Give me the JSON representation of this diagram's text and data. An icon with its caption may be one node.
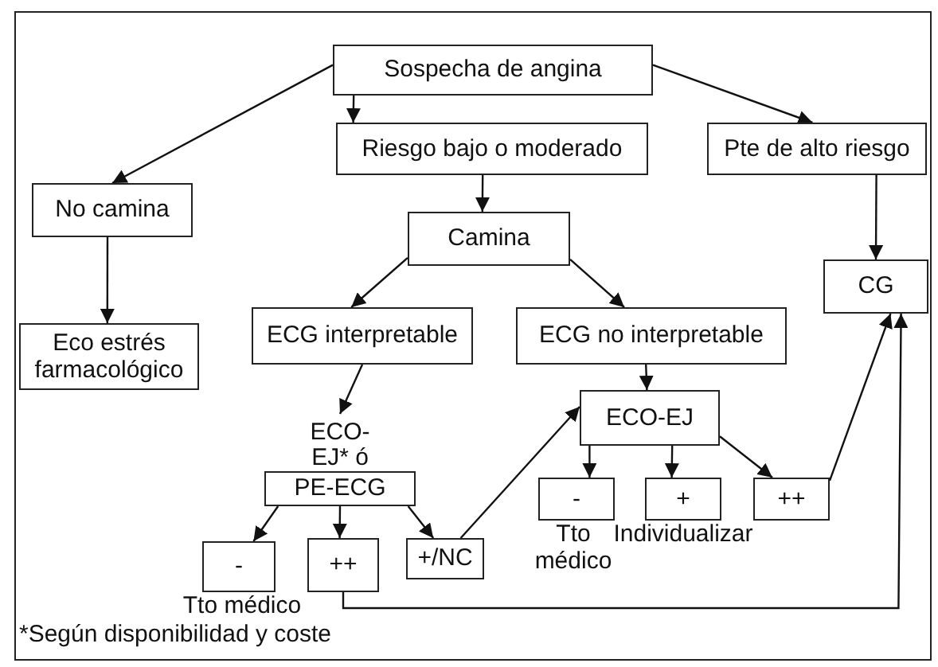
{
  "diagram": {
    "nodes": [
      {
        "text": [
          "Sospecha de angina"
        ]
      },
      {
        "text": [
          "Riesgo bajo o moderado"
        ]
      },
      {
        "text": [
          "Pte de alto riesgo"
        ]
      },
      {
        "text": [
          "No camina"
        ]
      },
      {
        "text": [
          "Camina"
        ]
      },
      {
        "text": [
          "Eco estrés farmacológico"
        ]
      },
      {
        "text": [
          "ECG interpretable"
        ]
      },
      {
        "text": [
          "ECG no interpretable"
        ]
      },
      {
        "text": [
          "CG"
        ]
      },
      {
        "text": [
          "ECO-EJ* ó",
          "PE-ECG"
        ]
      },
      {
        "text": [
          "-"
        ],
        "beside": [
          "Tto médico"
        ]
      },
      {
        "text": [
          "++"
        ]
      },
      {
        "text": [
          "+/NC"
        ]
      },
      {
        "text": [
          "ECO-EJ"
        ]
      },
      {
        "text": [
          "-"
        ],
        "beside": [
          "Tto médico"
        ]
      },
      {
        "text": [
          "+"
        ],
        "beside": [
          "Individualizar"
        ]
      },
      {
        "text": [
          "++"
        ]
      }
    ],
    "edges": [
      {
        "from": 0,
        "to": 3,
        "arrow": "to"
      },
      {
        "from": 0,
        "to": 1,
        "arrow": "to"
      },
      {
        "from": 0,
        "to": 2,
        "arrow": "to"
      },
      {
        "from": 3,
        "to": 5,
        "arrow": "to"
      },
      {
        "from": 1,
        "to": 4,
        "arrow": "to"
      },
      {
        "from": 2,
        "to": 8,
        "arrow": "to"
      },
      {
        "from": 4,
        "to": 6,
        "arrow": "to"
      },
      {
        "from": 4,
        "to": 7,
        "arrow": "to"
      },
      {
        "from": 6,
        "to": 9,
        "arrow": "to"
      },
      {
        "from": 7,
        "to": 13,
        "arrow": "to"
      },
      {
        "from": 9,
        "to": 10,
        "arrow": "to"
      },
      {
        "from": 9,
        "to": 11,
        "arrow": "to"
      },
      {
        "from": 9,
        "to": 12,
        "arrow": "to"
      },
      {
        "from": 12,
        "to": 13,
        "arrow": "to"
      },
      {
        "from": 13,
        "to": 14,
        "arrow": "to"
      },
      {
        "from": 13,
        "to": 15,
        "arrow": "to"
      },
      {
        "from": 13,
        "to": 16,
        "arrow": "to"
      },
      {
        "from": 16,
        "to": 8,
        "arrow": "to"
      },
      {
        "from": 11,
        "to": 8,
        "arrow": "to"
      }
    ],
    "labels": [
      "*Según disponibilidad y coste"
    ]
  }
}
